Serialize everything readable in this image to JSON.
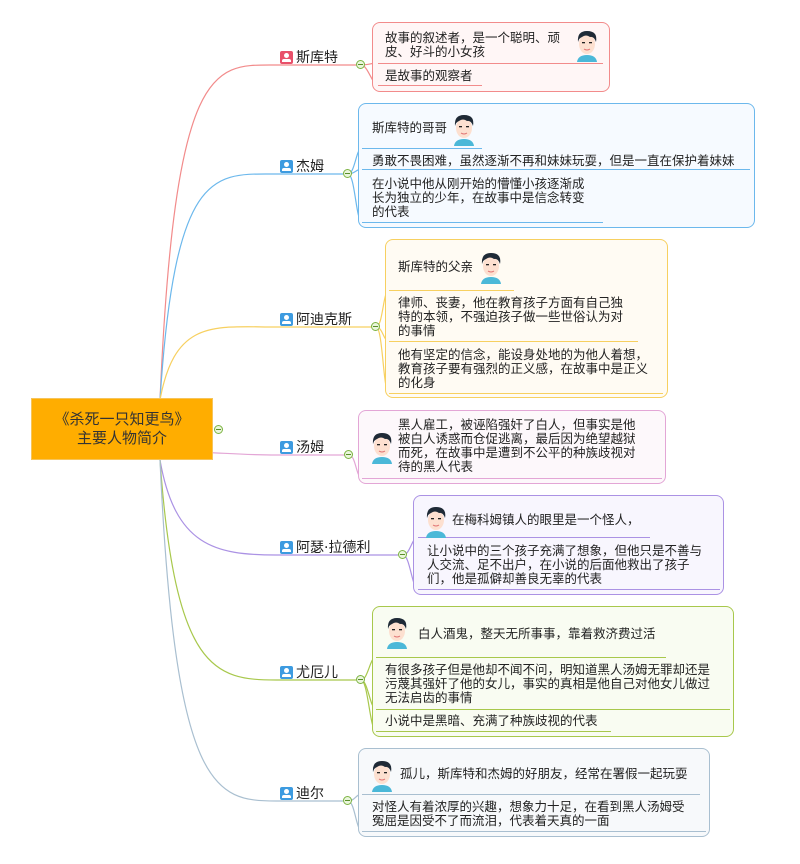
{
  "root": {
    "title_line1": "《杀死一只知更鸟》",
    "title_line2": "主要人物简介"
  },
  "characters": [
    {
      "name": "斯库特",
      "icon": "female-person-icon",
      "color": "#f28b8b",
      "items": [
        "故事的叙述者，是一个聪明、顽皮、好斗的小女孩",
        "是故事的观察者"
      ]
    },
    {
      "name": "杰姆",
      "icon": "person-icon",
      "color": "#6cb8ec",
      "items": [
        "斯库特的哥哥",
        "勇敢不畏困难，虽然逐渐不再和妹妹玩耍，但是一直在保护着妹妹",
        "在小说中他从刚开始的懵懂小孩逐渐成长为独立的少年，在故事中是信念转变的代表"
      ]
    },
    {
      "name": "阿迪克斯",
      "icon": "person-icon",
      "color": "#f7d060",
      "items": [
        "斯库特的父亲",
        "律师、丧妻，他在教育孩子方面有自己独特的本领，不强迫孩子做一些世俗认为对的事情",
        "他有坚定的信念，能设身处地的为他人着想，教育孩子要有强烈的正义感，在故事中是正义的化身"
      ]
    },
    {
      "name": "汤姆",
      "icon": "person-icon",
      "color": "#e3a6d6",
      "items": [
        "黑人雇工，被诬陷强奸了白人，但事实是他被白人诱惑而仓促逃离，最后因为绝望越狱而死，在故事中是遭到不公平的种族歧视对待的黑人代表"
      ]
    },
    {
      "name": "阿瑟·拉德利",
      "icon": "person-icon",
      "color": "#ab92e4",
      "items": [
        "在梅科姆镇人的眼里是一个怪人，",
        "让小说中的三个孩子充满了想象，但他只是不善与人交流、足不出户，在小说的后面他救出了孩子们，他是孤僻却善良无辜的代表"
      ]
    },
    {
      "name": "尤厄儿",
      "icon": "person-icon",
      "color": "#a8c84c",
      "items": [
        "白人酒鬼，整天无所事事，靠着救济费过活",
        "有很多孩子但是他却不闻不问，明知道黑人汤姆无罪却还是污蔑其强奸了他的女儿，事实的真相是他自己对他女儿做过无法启齿的事情",
        "小说中是黑暗、充满了种族歧视的代表"
      ]
    },
    {
      "name": "迪尔",
      "icon": "person-icon",
      "color": "#a9bfd0",
      "items": [
        "孤儿，斯库特和杰姆的好朋友，经常在署假一起玩耍",
        "对怪人有着浓厚的兴趣，想象力十足，在看到黑人汤姆受冤屈是因受不了而流泪，代表着天真的一面"
      ]
    }
  ]
}
